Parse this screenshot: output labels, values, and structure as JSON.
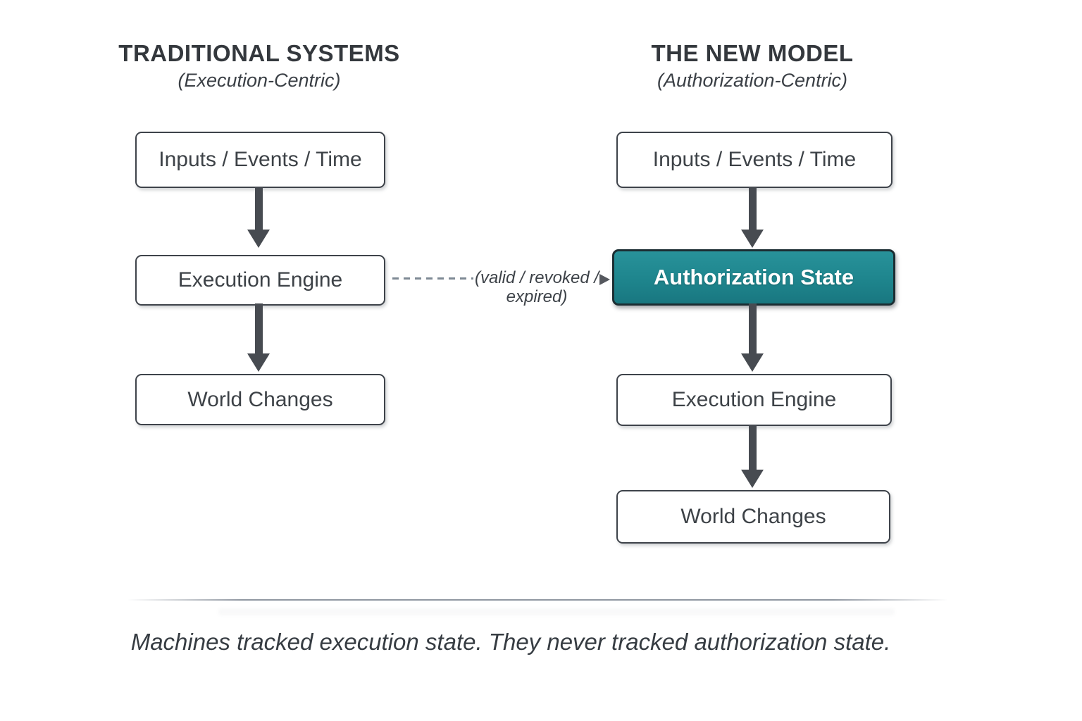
{
  "colors": {
    "accent_teal": "#1E858D",
    "accent_teal_border": "#1B2D32",
    "ink": "#3D4247",
    "arrow_gray": "#474B51",
    "dash_gray": "#7E8994"
  },
  "left_column": {
    "title": "TRADITIONAL SYSTEMS",
    "subtitle": "(Execution-Centric)",
    "nodes": [
      "Inputs / Events / Time",
      "Execution Engine",
      "World Changes"
    ]
  },
  "right_column": {
    "title": "THE NEW MODEL",
    "subtitle": "(Authorization-Centric)",
    "nodes": [
      "Inputs / Events / Time",
      "Authorization State",
      "Execution Engine",
      "World Changes"
    ]
  },
  "connector": {
    "label_line1": "(valid / revoked /",
    "label_line2": "expired)"
  },
  "caption": {
    "text": "Machines tracked execution state. They never tracked authorization state."
  }
}
